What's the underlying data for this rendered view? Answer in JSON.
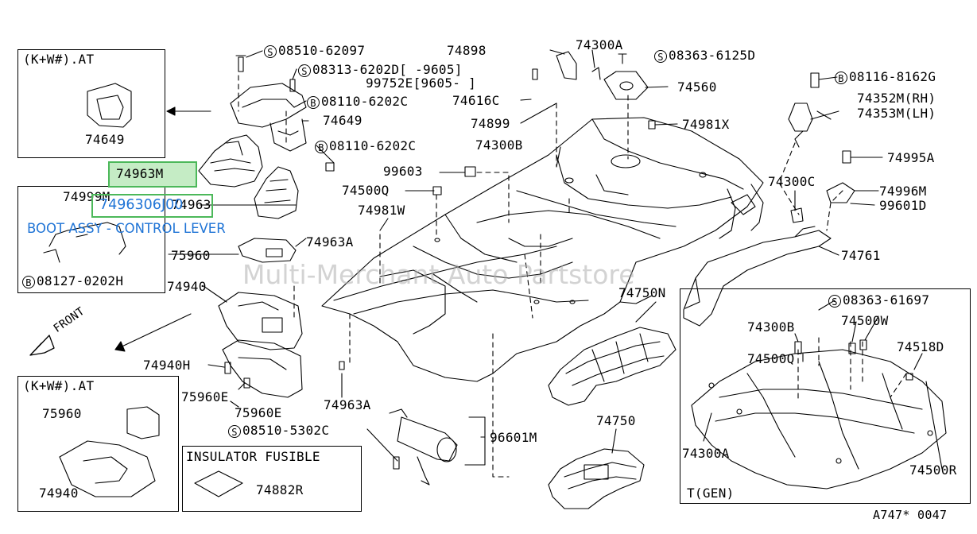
{
  "labels": {
    "l_08510_62097": "08510-62097",
    "l_08313_6202d": "08313-6202D[     -9605]",
    "l_99752e": "99752E[9605-   ]",
    "l_08110_6202c_a": "08110-6202C",
    "l_74649": "74649",
    "l_08110_6202c_b": "08110-6202C",
    "l_74963": "74963",
    "l_74963a_1": "74963A",
    "l_75960": "75960",
    "l_74940": "74940",
    "l_74940h": "74940H",
    "l_75960e_1": "75960E",
    "l_75960e_2": "75960E",
    "l_74963a_2": "74963A",
    "l_08510_5302c": "08510-5302C",
    "l_96601m": "96601M",
    "l_74898": "74898",
    "l_74300a": "74300A",
    "l_08363_6125d": "08363-6125D",
    "l_74560": "74560",
    "l_74616c": "74616C",
    "l_74899": "74899",
    "l_74981x": "74981X",
    "l_74300b": "74300B",
    "l_99603": "99603",
    "l_74500q": "74500Q",
    "l_74981w": "74981W",
    "l_08116_8162g": "08116-8162G",
    "l_74352m": "74352M(RH)",
    "l_74353m": "74353M(LH)",
    "l_74995a": "74995A",
    "l_74300c": "74300C",
    "l_74996m": "74996M",
    "l_99601d": "99601D",
    "l_74761": "74761",
    "l_74750n": "74750N",
    "l_74750": "74750",
    "l_08363_61697": "08363-61697",
    "l_74300b_2": "74300B",
    "l_74500w": "74500W",
    "l_74500q_2": "74500Q",
    "l_74518d": "74518D",
    "l_74300a_2": "74300A",
    "l_74500r": "74500R",
    "l_tgen": "T(GEN)",
    "l_code": "A747* 0047",
    "l_front": "FRONT"
  },
  "circle_marks": {
    "s": "S",
    "b": "B"
  },
  "insets": {
    "top": {
      "title": "(K+W#).AT",
      "part": "74649"
    },
    "middle": {
      "title": "74999M",
      "part": "08127-0202H"
    },
    "bottom": {
      "title": "(K+W#).AT",
      "part1": "75960",
      "part2": "74940"
    },
    "insulator": {
      "title": "INSULATOR FUSIBLE",
      "part": "74882R"
    }
  },
  "highlights": {
    "h1": "74963M",
    "h2": "7496306J00"
  },
  "overlay_text": "BOOT ASSY - CONTROL LEVER",
  "watermark": "Multi-Merchant Auto Partstore",
  "colors": {
    "highlight": "#4cb85a",
    "overlay": "#1f74d6",
    "watermark": "#afafaf"
  }
}
